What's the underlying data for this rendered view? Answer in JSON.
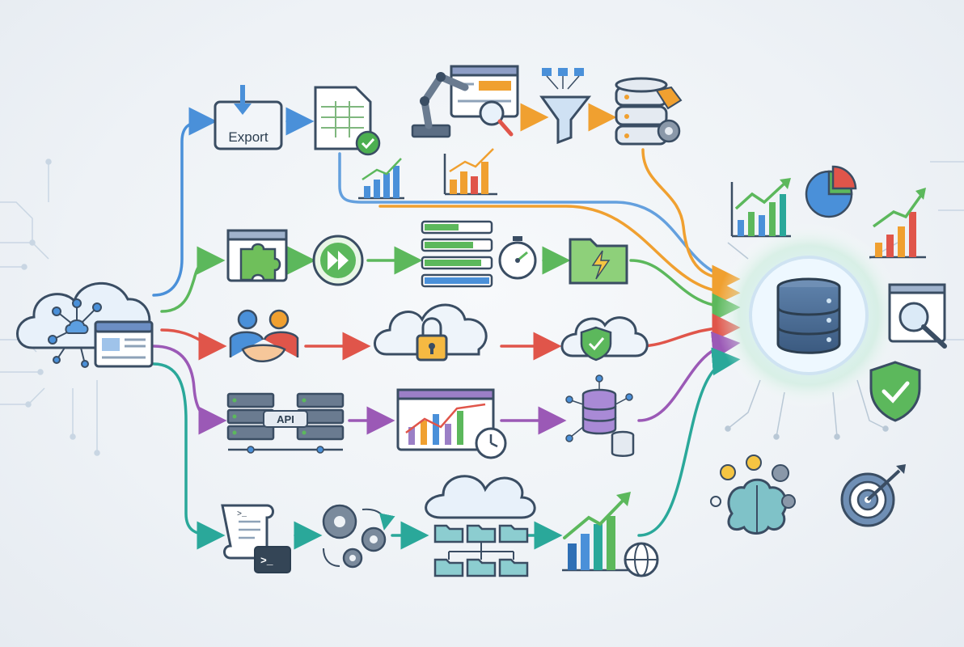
{
  "source": {
    "name": "cloud-data-sources",
    "icons": [
      "cloud-network-icon",
      "browser-window-icon"
    ]
  },
  "pipelines": [
    {
      "name": "export-pipeline",
      "color": "#4a90d9",
      "stages": [
        {
          "icon": "export-icon",
          "label": "Export"
        },
        {
          "icon": "spreadsheet-check-icon"
        },
        {
          "icon": "robotic-arm-icon"
        },
        {
          "icon": "filter-funnel-icon"
        },
        {
          "icon": "database-tag-icon"
        }
      ],
      "extras": [
        "bar-chart-icon",
        "bar-chart-icon"
      ]
    },
    {
      "name": "plugin-pipeline",
      "color": "#5cb85c",
      "stages": [
        {
          "icon": "puzzle-plugin-icon"
        },
        {
          "icon": "fast-forward-icon"
        },
        {
          "icon": "progress-bars-icon"
        },
        {
          "icon": "stopwatch-icon"
        },
        {
          "icon": "folder-lightning-icon"
        }
      ]
    },
    {
      "name": "partnership-pipeline",
      "color": "#e0554a",
      "stages": [
        {
          "icon": "handshake-icon"
        },
        {
          "icon": "cloud-lock-icon"
        },
        {
          "icon": "cloud-shield-icon"
        }
      ]
    },
    {
      "name": "api-pipeline",
      "color": "#9b59b6",
      "stages": [
        {
          "icon": "api-servers-icon",
          "label": "API"
        },
        {
          "icon": "dashboard-clock-icon"
        },
        {
          "icon": "database-network-icon"
        }
      ]
    },
    {
      "name": "automation-pipeline",
      "color": "#2aa89a",
      "stages": [
        {
          "icon": "script-terminal-icon"
        },
        {
          "icon": "gears-icon"
        },
        {
          "icon": "cloud-folders-icon"
        },
        {
          "icon": "growth-globe-icon"
        }
      ]
    }
  ],
  "hub": {
    "name": "central-database",
    "icon": "database-icon"
  },
  "outputs": [
    "line-chart-icon",
    "pie-chart-icon",
    "growth-bar-chart-icon",
    "search-window-icon",
    "shield-check-icon",
    "brain-ideas-icon",
    "target-icon"
  ]
}
